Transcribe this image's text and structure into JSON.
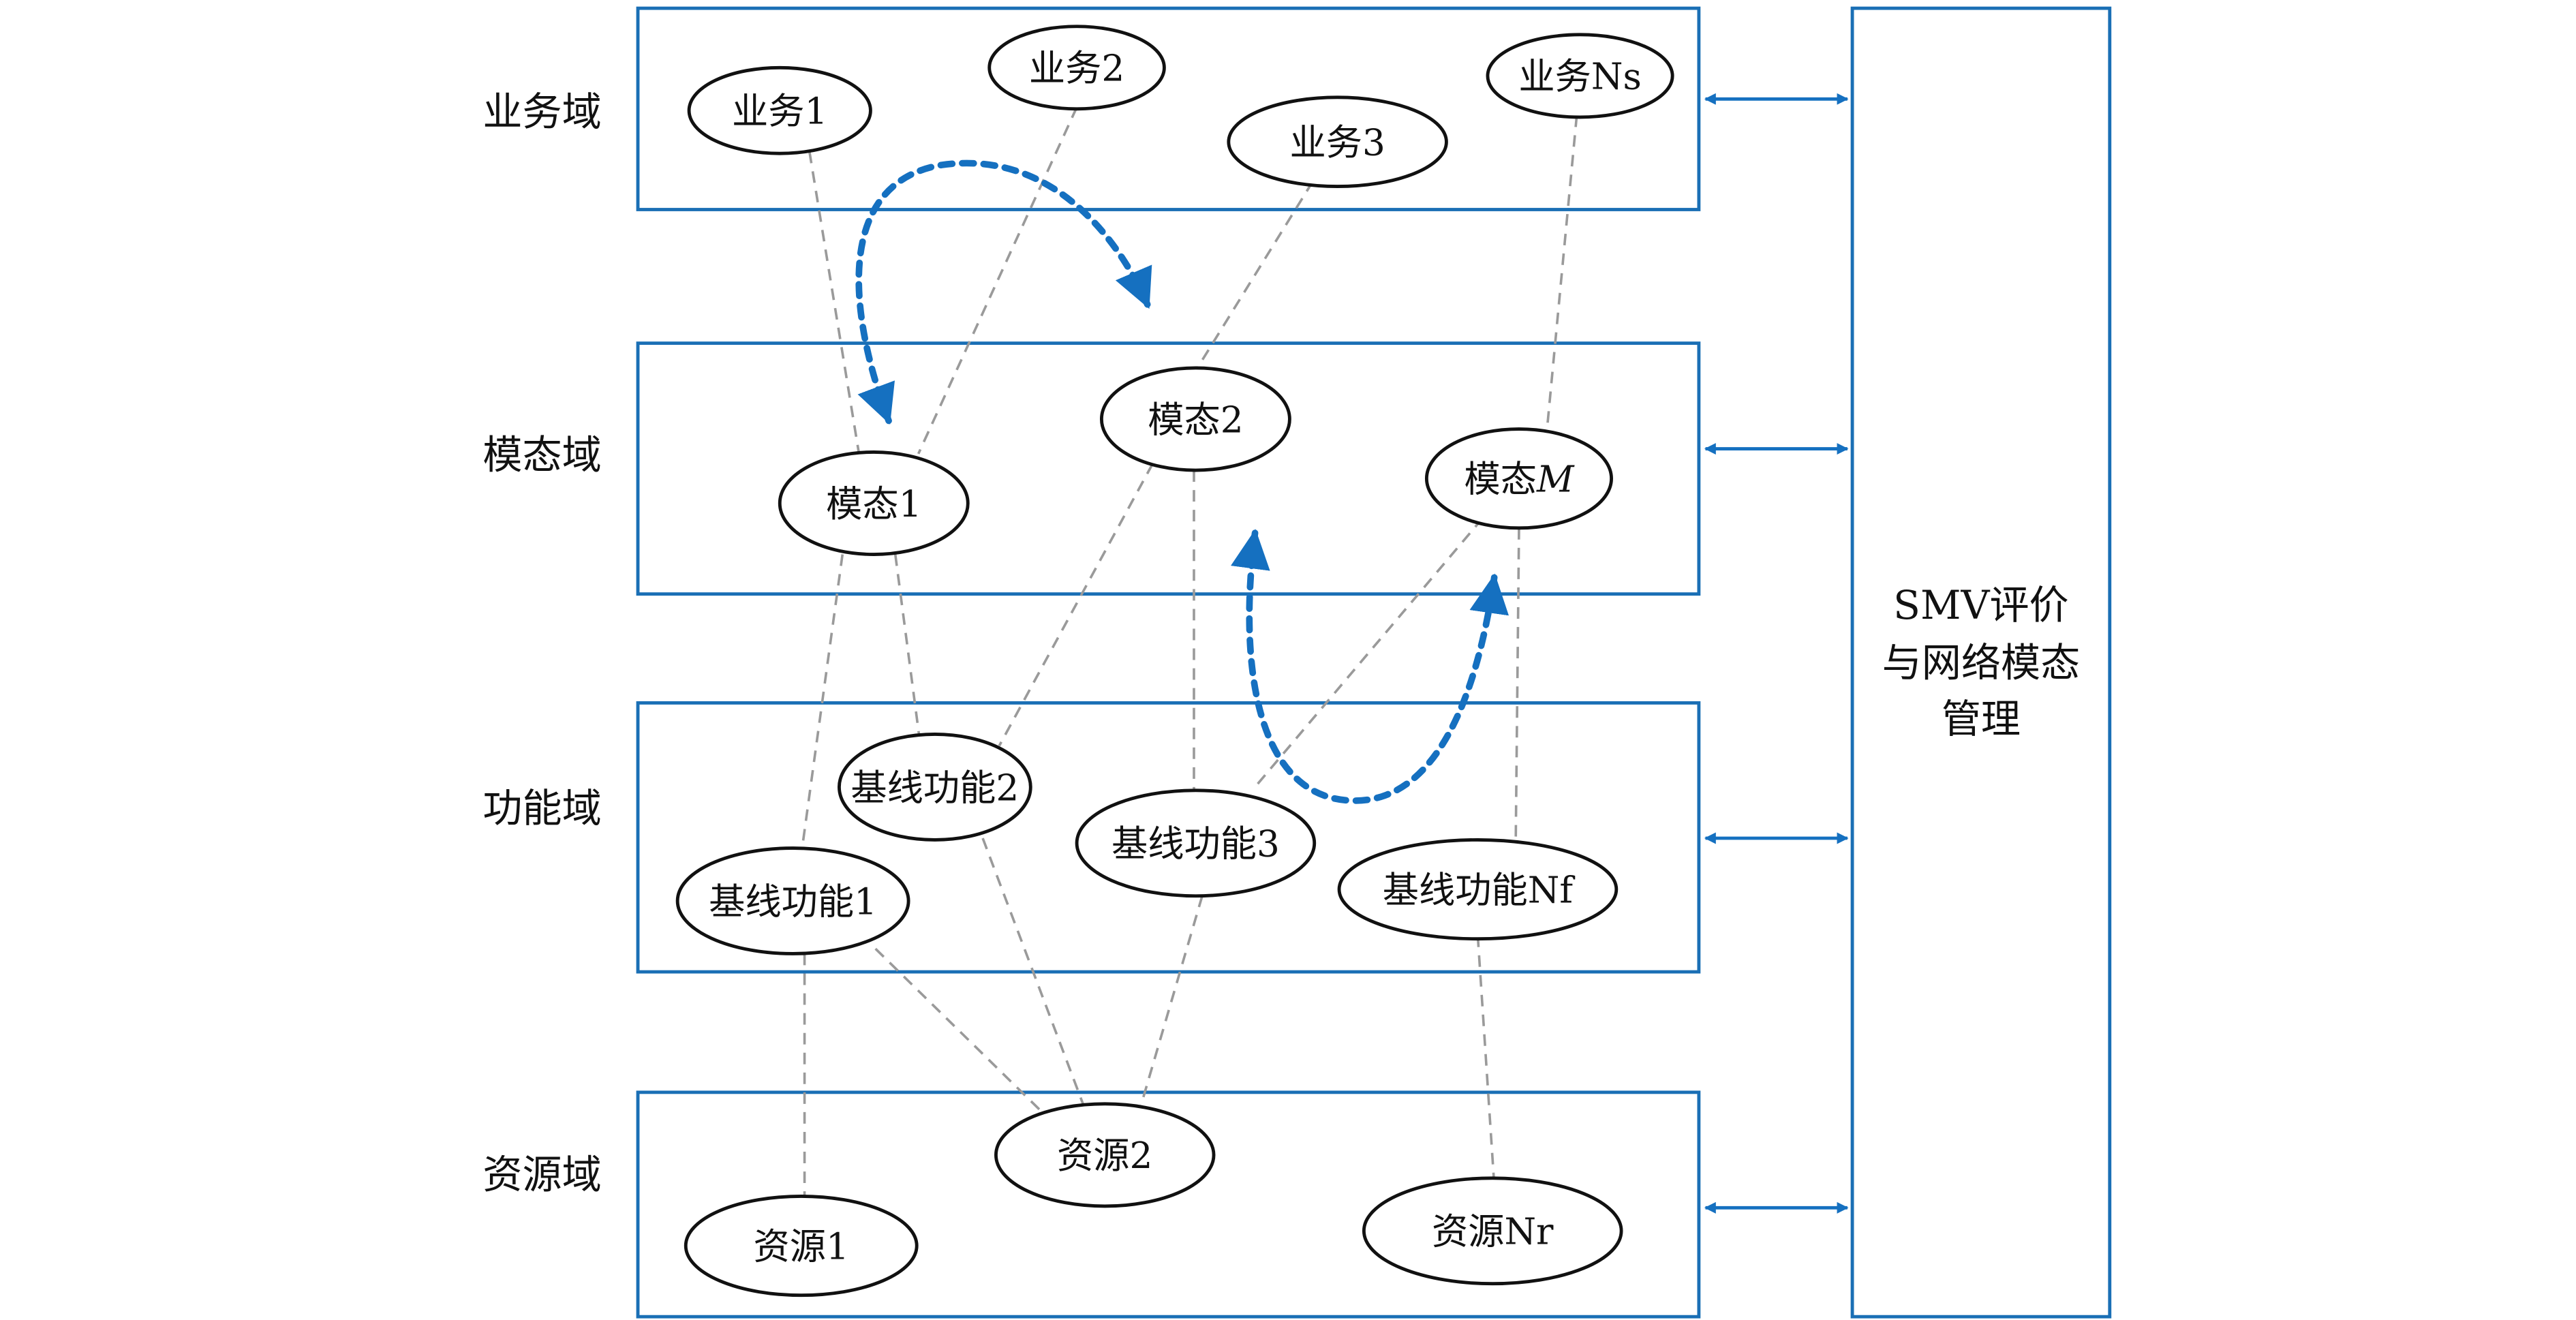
{
  "domains": [
    {
      "id": "business",
      "label": "业务域"
    },
    {
      "id": "mode",
      "label": "模态域"
    },
    {
      "id": "function",
      "label": "功能域"
    },
    {
      "id": "resource",
      "label": "资源域"
    }
  ],
  "nodes": {
    "biz1": "业务1",
    "biz2": "业务2",
    "biz3": "业务3",
    "bizNs": "业务Ns",
    "mode1": "模态1",
    "mode2": "模态2",
    "modeM_prefix": "模态",
    "modeM_var": "M",
    "fn1": "基线功能1",
    "fn2": "基线功能2",
    "fn3": "基线功能3",
    "fnNf": "基线功能Nf",
    "res1": "资源1",
    "res2": "资源2",
    "resNr": "资源Nr"
  },
  "panel": {
    "lines": [
      "SMV评价",
      "与网络模态",
      "管理"
    ]
  },
  "colors": {
    "accent": "#1a6fb5",
    "link": "#9a9a9a",
    "flow": "#1570c0"
  }
}
